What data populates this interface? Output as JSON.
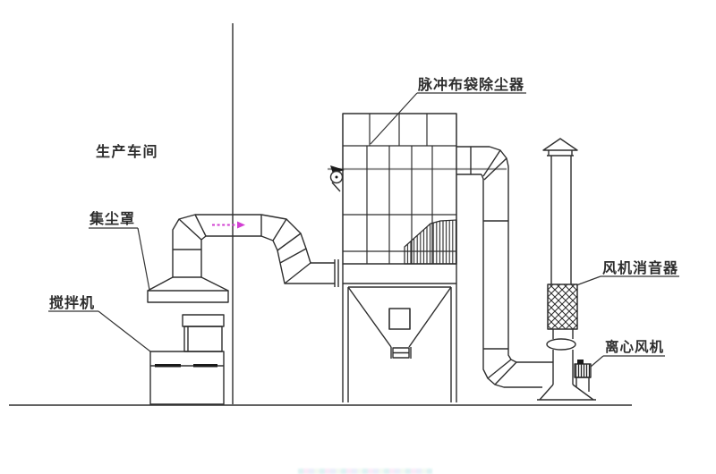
{
  "diagram": {
    "kind": "dust-collection-system-schematic",
    "colors": {
      "background": "#ffffff",
      "line": "#2e2e2e",
      "faded_line": "#9b9b9b",
      "flow_arrow": "#d23ed2"
    },
    "flow_arrow": {
      "direction": "right"
    },
    "labels": {
      "workshop": "生产车间",
      "dust_hood": "集尘罩",
      "mixer": "搅拌机",
      "pulse_bag_dust_collector": "脉冲布袋除尘器",
      "fan_silencer": "风机消音器",
      "centrifugal_fan": "离心风机"
    }
  }
}
